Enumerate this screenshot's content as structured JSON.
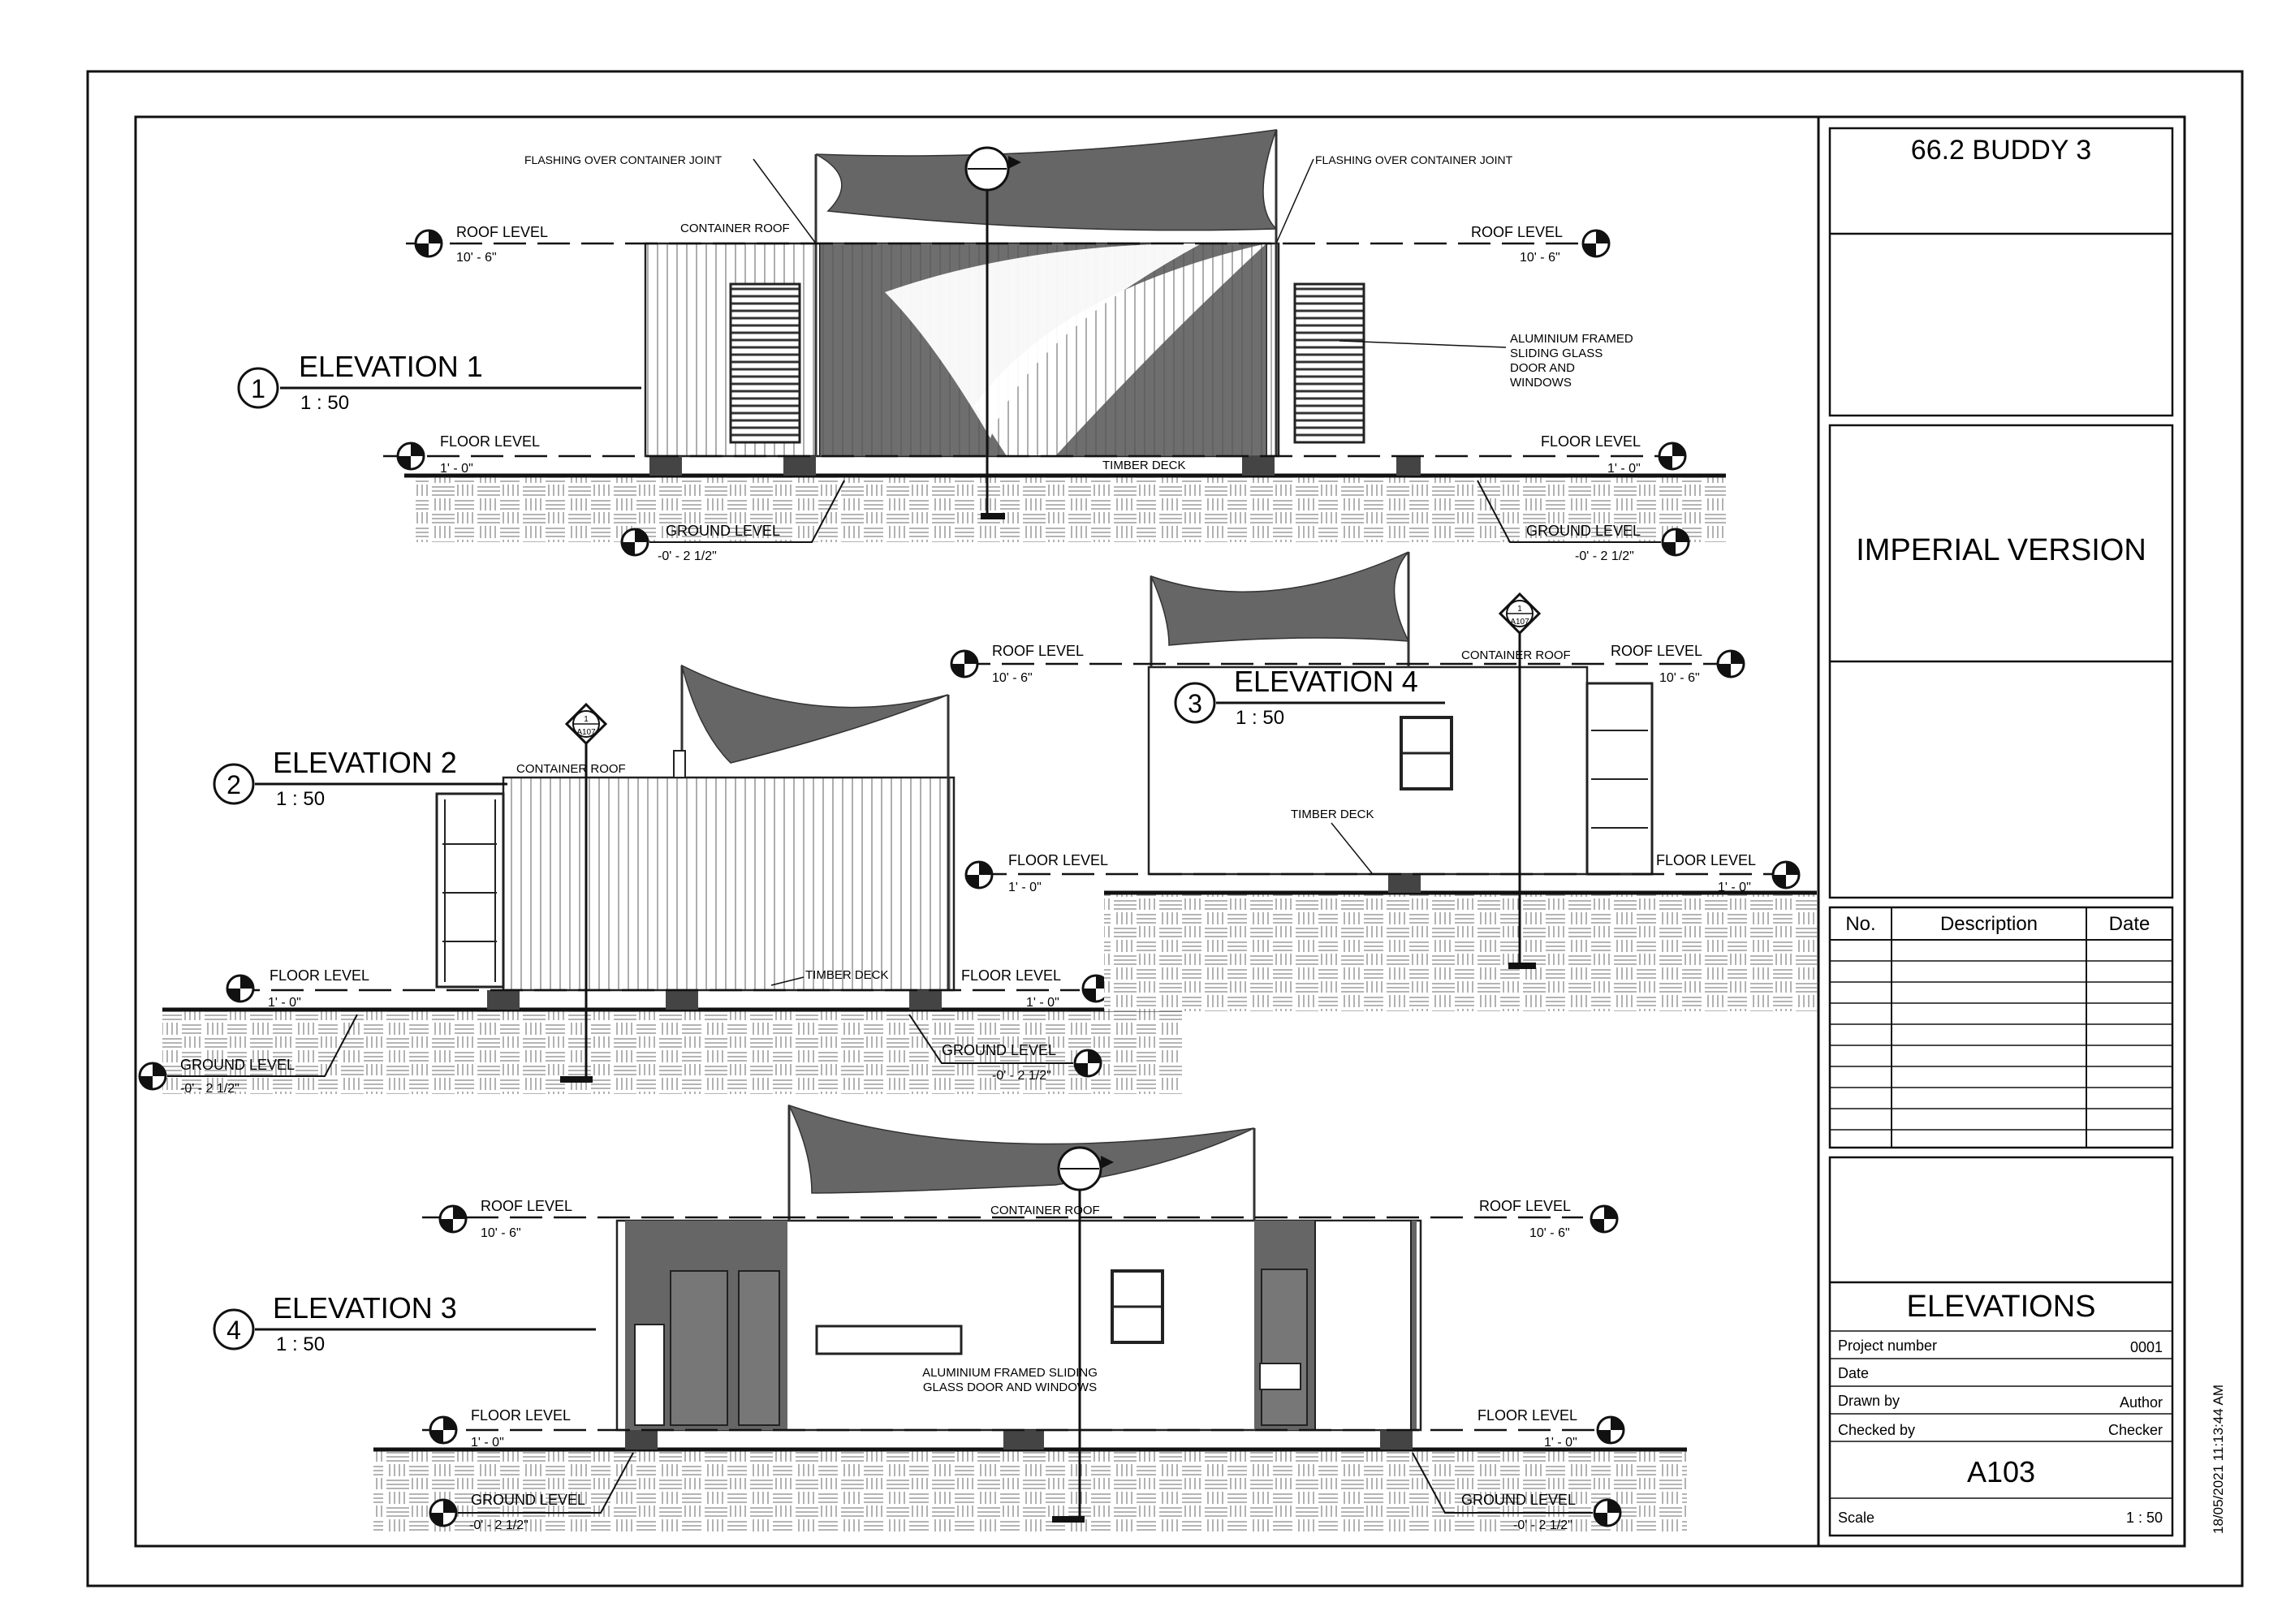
{
  "sheet": {
    "project_title": "66.2 BUDDY 3",
    "version": "IMPERIAL  VERSION",
    "sheet_name": "ELEVATIONS",
    "revision_headers": {
      "no": "No.",
      "description": "Description",
      "date": "Date"
    },
    "fields": [
      {
        "label": "Project number",
        "value": "0001"
      },
      {
        "label": "Date",
        "value": ""
      },
      {
        "label": "Drawn by",
        "value": "Author"
      },
      {
        "label": "Checked by",
        "value": "Checker"
      }
    ],
    "sheet_number": "A103",
    "scale_label": "Scale",
    "scale_value": "1 : 50",
    "timestamp": "18/05/2021 11:13:44 AM"
  },
  "views": {
    "elev1": {
      "number": "1",
      "title": "ELEVATION 1",
      "scale": "1 : 50"
    },
    "elev2": {
      "number": "2",
      "title": "ELEVATION 2",
      "scale": "1 : 50"
    },
    "elev4": {
      "number": "3",
      "title": "ELEVATION 4",
      "scale": "1 : 50"
    },
    "elev3": {
      "number": "4",
      "title": "ELEVATION 3",
      "scale": "1 : 50"
    }
  },
  "levels": {
    "roof": {
      "name": "ROOF LEVEL",
      "value": "10' - 6\""
    },
    "floor": {
      "name": "FLOOR LEVEL",
      "value": "1' - 0\""
    },
    "ground": {
      "name": "GROUND LEVEL",
      "value": "-0' - 2 1/2\""
    }
  },
  "notes": {
    "flashing": "FLASHING OVER CONTAINER JOINT",
    "container_roof": "CONTAINER ROOF",
    "timber_deck": "TIMBER DECK",
    "alu_lines": [
      "ALUMINIUM FRAMED",
      "SLIDING GLASS",
      "DOOR AND",
      "WINDOWS"
    ],
    "alu3_lines": [
      "ALUMINIUM FRAMED SLIDING",
      "GLASS DOOR AND WINDOWS"
    ]
  },
  "section_marks": {
    "a107": "A107",
    "num1": "1"
  }
}
